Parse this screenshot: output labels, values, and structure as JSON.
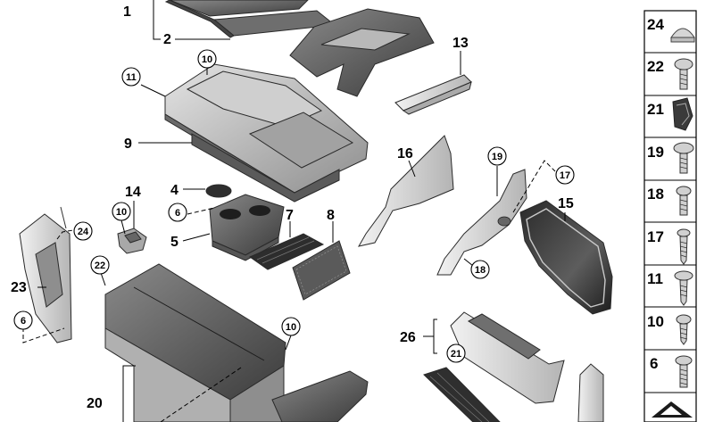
{
  "callouts": {
    "c1": "1",
    "c2": "2",
    "c4": "4",
    "c5": "5",
    "c6a": "6",
    "c6b": "6",
    "c7": "7",
    "c8": "8",
    "c9": "9",
    "c10a": "10",
    "c10b": "10",
    "c10c": "10",
    "c11": "11",
    "c13": "13",
    "c14": "14",
    "c15": "15",
    "c16": "16",
    "c17": "17",
    "c18": "18",
    "c19": "19",
    "c20": "20",
    "c21": "21",
    "c22": "22",
    "c23": "23",
    "c24": "24",
    "c26": "26"
  },
  "legend": {
    "items": [
      "24",
      "22",
      "21",
      "19",
      "18",
      "17",
      "11",
      "10",
      "6"
    ]
  }
}
